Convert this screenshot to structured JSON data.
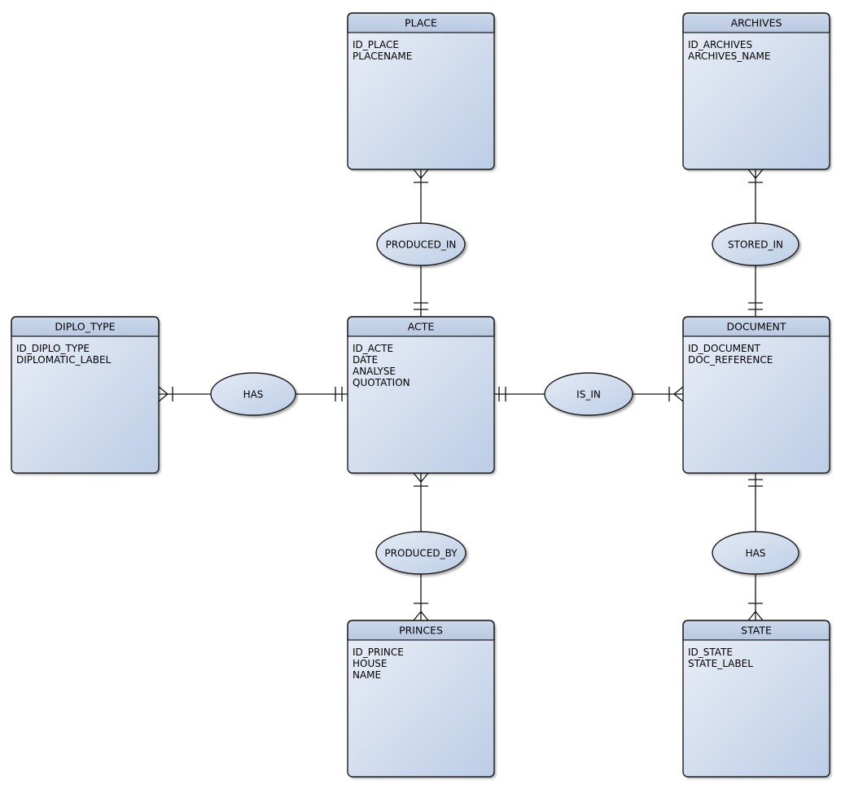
{
  "diagram": {
    "type": "entity-relationship",
    "entities": [
      {
        "name": "PLACE",
        "attributes": [
          "ID_PLACE",
          "PLACENAME"
        ]
      },
      {
        "name": "ARCHIVES",
        "attributes": [
          "ID_ARCHIVES",
          "ARCHIVES_NAME"
        ]
      },
      {
        "name": "DIPLO_TYPE",
        "attributes": [
          "ID_DIPLO_TYPE",
          "DIPLOMATIC_LABEL"
        ]
      },
      {
        "name": "ACTE",
        "attributes": [
          "ID_ACTE",
          "DATE",
          "ANALYSE",
          "QUOTATION"
        ]
      },
      {
        "name": "DOCUMENT",
        "attributes": [
          "ID_DOCUMENT",
          "DOC_REFERENCE"
        ]
      },
      {
        "name": "PRINCES",
        "attributes": [
          "ID_PRINCE",
          "HOUSE",
          "NAME"
        ]
      },
      {
        "name": "STATE",
        "attributes": [
          "ID_STATE",
          "STATE_LABEL"
        ]
      }
    ],
    "relationships": [
      {
        "label": "PRODUCED_IN",
        "from": "PLACE",
        "to": "ACTE",
        "from_marker": "one-or-many (crow's foot + bar)",
        "to_marker": "exactly-one (double bar)"
      },
      {
        "label": "STORED_IN",
        "from": "ARCHIVES",
        "to": "DOCUMENT",
        "from_marker": "one-or-many (crow's foot + bar)",
        "to_marker": "exactly-one (double bar)"
      },
      {
        "label": "HAS",
        "from": "DIPLO_TYPE",
        "to": "ACTE",
        "from_marker": "one-or-many (crow's foot + bar)",
        "to_marker": "exactly-one (double bar)"
      },
      {
        "label": "IS_IN",
        "from": "ACTE",
        "to": "DOCUMENT",
        "from_marker": "exactly-one (double bar)",
        "to_marker": "one-or-many (crow's foot + bar)"
      },
      {
        "label": "PRODUCED_BY",
        "from": "ACTE",
        "to": "PRINCES",
        "from_marker": "one-or-many (crow's foot + bar)",
        "to_marker": "one-or-many (crow's foot + bar)"
      },
      {
        "label": "HAS",
        "from": "DOCUMENT",
        "to": "STATE",
        "from_marker": "exactly-one (double bar)",
        "to_marker": "one-or-many (crow's foot + bar)"
      }
    ],
    "colors": {
      "canvas_background": "#ffffff",
      "header_gradient_top": "#ccd9ec",
      "header_gradient_bottom": "#b9c9e1",
      "body_gradient_light": "#ebeff7",
      "body_gradient_dark": "#bccde6",
      "ellipse_gradient_light": "#e4eaf5",
      "ellipse_gradient_dark": "#becfe7",
      "outline": "#1c1c1c",
      "connector": "#111111",
      "text": "#000000"
    }
  }
}
